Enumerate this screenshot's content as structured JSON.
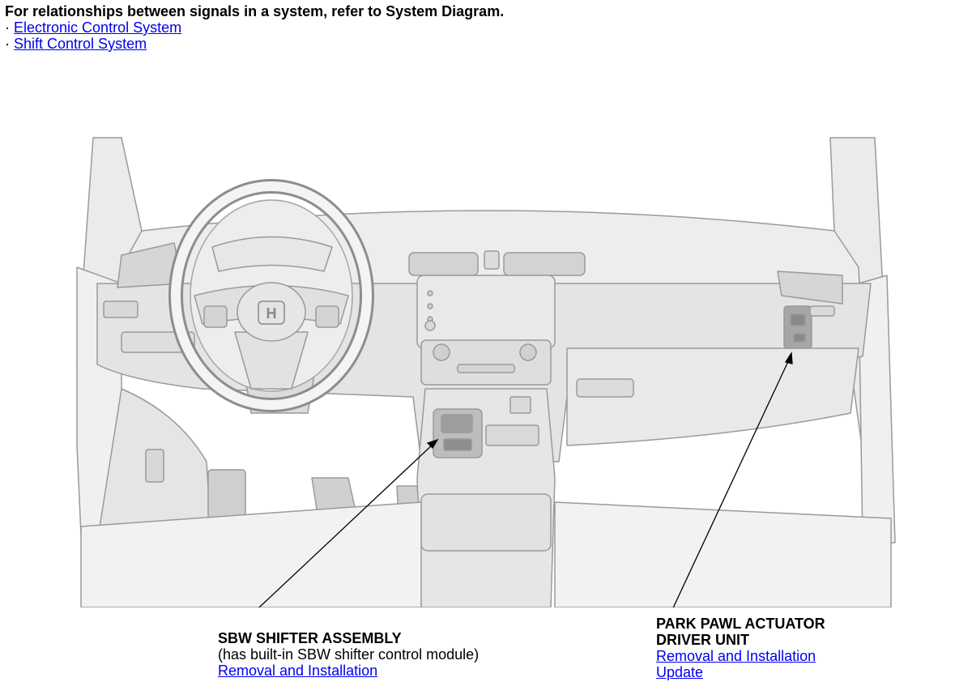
{
  "intro": {
    "text": "For relationships between signals in a system, refer to System Diagram.",
    "bullet": "·",
    "links": [
      "Electronic Control System",
      "Shift Control System"
    ]
  },
  "callouts": {
    "sbw": {
      "title": "SBW SHIFTER ASSEMBLY",
      "note": "(has built-in SBW shifter control module)",
      "links": [
        "Removal and Installation"
      ]
    },
    "ppa": {
      "title_line1": "PARK PAWL ACTUATOR",
      "title_line2": "DRIVER UNIT",
      "links": [
        "Removal and Installation",
        "Update"
      ]
    }
  },
  "illustration": {
    "badge": "H"
  },
  "colors": {
    "link": "#0000ee",
    "drawing_fill": "#ebebeb",
    "drawing_line": "#9a9a9a"
  }
}
